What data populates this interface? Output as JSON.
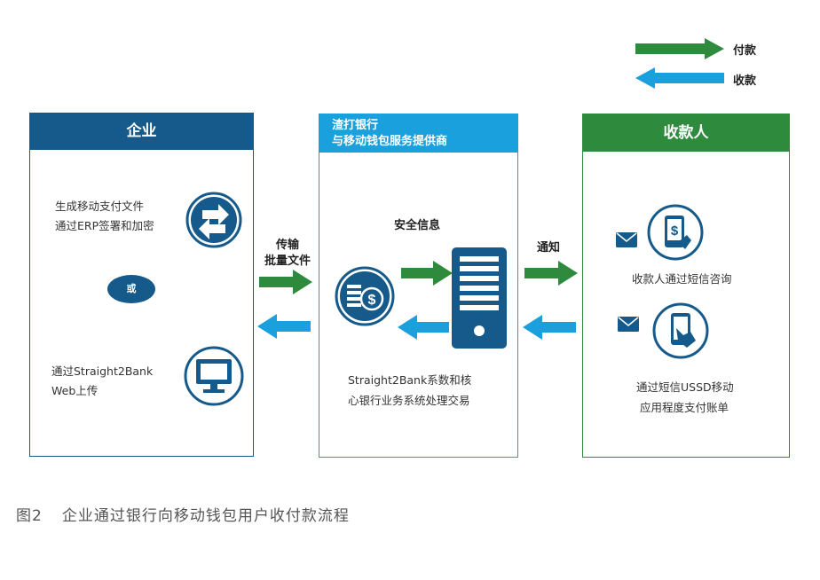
{
  "legend": {
    "pay_label": "付款",
    "receive_label": "收款",
    "pay_color": "#2e8b3e",
    "receive_color": "#1aa0dc"
  },
  "enterprise": {
    "title": "企业",
    "header_color": "#155a8a",
    "erp_line1": "生成移动支付文件",
    "erp_line2": "通过ERP签署和加密",
    "or_label": "或",
    "web_line1": "通过Straight2Bank",
    "web_line2": "Web上传",
    "icons": [
      "transfer-arrows-icon",
      "monitor-icon"
    ]
  },
  "transfer_label": {
    "line1": "传输",
    "line2": "批量文件"
  },
  "bank": {
    "title_line1": "渣打银行",
    "title_line2": "与移动钱包服务提供商",
    "header_color": "#1aa0dc",
    "secure_label": "安全信息",
    "desc_line1": "Straight2Bank系数和核",
    "desc_line2": "心银行业务系统处理交易",
    "icons": [
      "coins-dollar-icon",
      "server-icon"
    ]
  },
  "notify_label": "通知",
  "payee": {
    "title": "收款人",
    "header_color": "#2e8b3e",
    "sms_label": "收款人通过短信咨询",
    "ussd_line1": "通过短信USSD移动",
    "ussd_line2": "应用程度支付账单",
    "icons": [
      "envelope-icon",
      "phone-dollar-icon",
      "phone-hand-icon"
    ]
  },
  "caption": {
    "number": "图2",
    "text": "企业通过银行向移动钱包用户收付款流程"
  }
}
